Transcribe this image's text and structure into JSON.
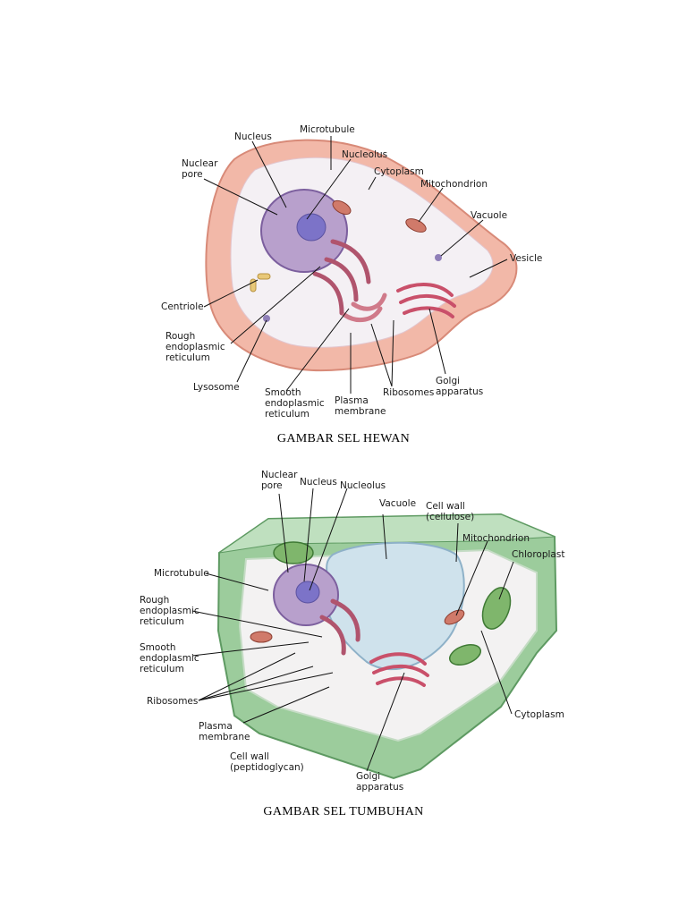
{
  "animal_cell": {
    "caption": "GAMBAR SEL HEWAN",
    "labels": {
      "nucleus": "Nucleus",
      "microtubule": "Microtubule",
      "nucleolus": "Nucleolus",
      "nuclear_pore": "Nuclear\npore",
      "cytoplasm": "Cytoplasm",
      "mitochondrion": "Mitochondrion",
      "vacuole": "Vacuole",
      "vesicle": "Vesicle",
      "centriole": "Centriole",
      "rough_er": "Rough\nendoplasmic\nreticulum",
      "lysosome": "Lysosome",
      "smooth_er": "Smooth\nendoplasmic\nreticulum",
      "plasma_membrane": "Plasma\nmembrane",
      "ribosomes": "Ribosomes",
      "golgi": "Golgi\napparatus"
    }
  },
  "plant_cell": {
    "caption": "GAMBAR SEL TUMBUHAN",
    "labels": {
      "nuclear_pore": "Nuclear\npore",
      "nucleus": "Nucleus",
      "nucleolus": "Nucleolus",
      "vacuole": "Vacuole",
      "cell_wall_cellulose": "Cell wall\n(cellulose)",
      "mitochondrion": "Mitochondrion",
      "chloroplast": "Chloroplast",
      "microtubule": "Microtubule",
      "rough_er": "Rough\nendoplasmic\nreticulum",
      "smooth_er": "Smooth\nendoplasmic\nreticulum",
      "ribosomes": "Ribosomes",
      "plasma_membrane": "Plasma\nmembrane",
      "cell_wall_peptidoglycan": "Cell wall\n(peptidoglycan)",
      "golgi": "Golgi\napparatus",
      "cytoplasm": "Cytoplasm"
    }
  }
}
